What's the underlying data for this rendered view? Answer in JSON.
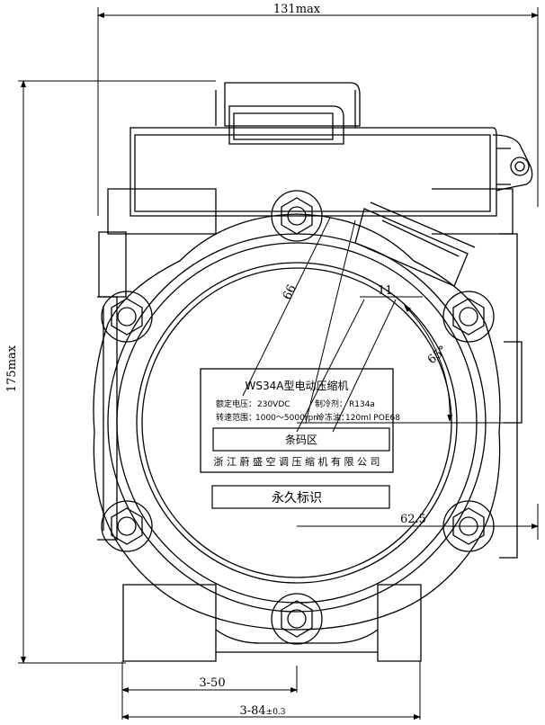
{
  "dimensions": {
    "width_max": "131max",
    "height_max": "175max",
    "dim_66": "66",
    "dim_11": "11",
    "angle": "65°",
    "offset_62_5": "62.5",
    "dim_3_50": "3-50",
    "dim_3_84": "3-84",
    "dim_3_84_tol": "±0.3"
  },
  "nameplate": {
    "model": "WS34A型电动压缩机",
    "voltage_label": "额定电压：",
    "voltage_value": "230VDC",
    "refrigerant_label": "制冷剂：",
    "refrigerant_value": "R134a",
    "speed_label": "转速范围：",
    "speed_value": "1000～5000rpm",
    "oil_label": "冷冻油：",
    "oil_value": "120ml POE68",
    "barcode_area": "条码区",
    "company": "浙 江 蔚 盛 空 调 压 缩 机 有 限 公 司",
    "permanent_mark": "永久标识"
  },
  "colors": {
    "line": "#000000",
    "background": "#ffffff"
  }
}
